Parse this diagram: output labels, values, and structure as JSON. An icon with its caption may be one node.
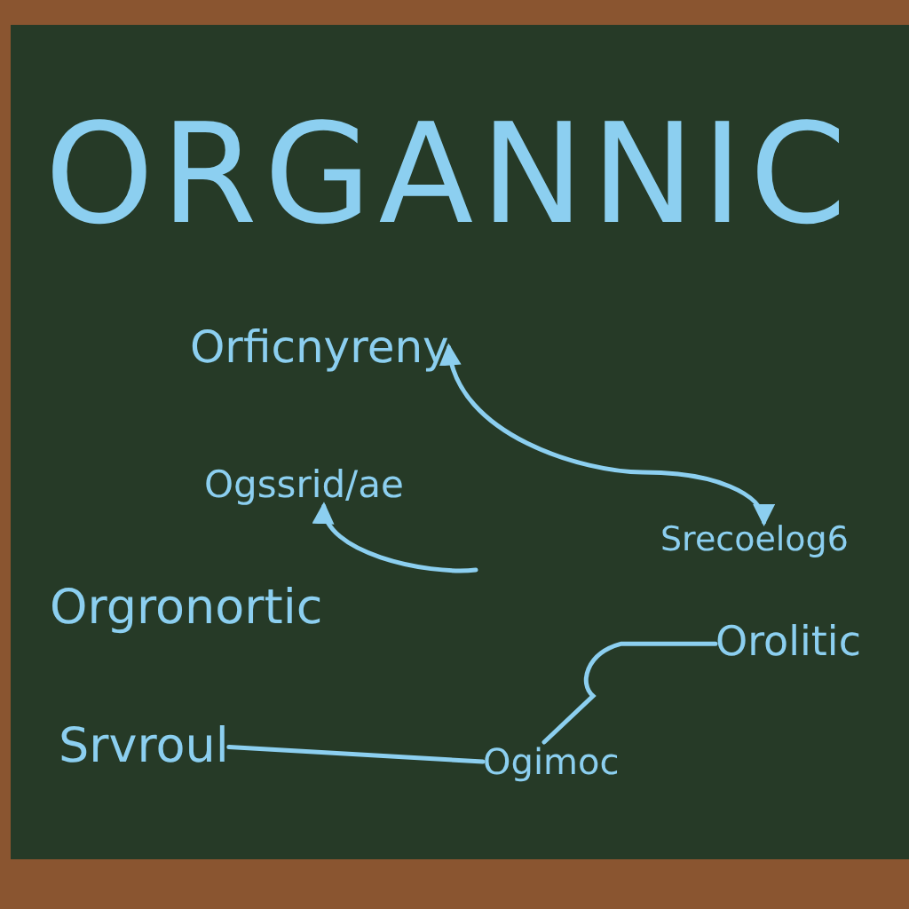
{
  "diagram": {
    "title": "ORGANNIC",
    "nodes": [
      {
        "text": [
          "Orficnyreny"
        ]
      },
      {
        "text": [
          "Ogssrid/ae"
        ]
      },
      {
        "text": [
          "Srecoelog6"
        ]
      },
      {
        "text": [
          "Orolitic"
        ]
      },
      {
        "text": [
          "Srvroul"
        ]
      },
      {
        "text": [
          "Ogimoc"
        ]
      }
    ],
    "edges": [
      {
        "from": 0,
        "to": 2,
        "arrow": "both"
      },
      {
        "from": null,
        "to": 1,
        "arrow": "to"
      },
      {
        "from": 3,
        "to": 5,
        "arrow": "none"
      },
      {
        "from": 4,
        "to": 5,
        "arrow": "none"
      }
    ],
    "labels": [
      "Orgronortic"
    ]
  }
}
